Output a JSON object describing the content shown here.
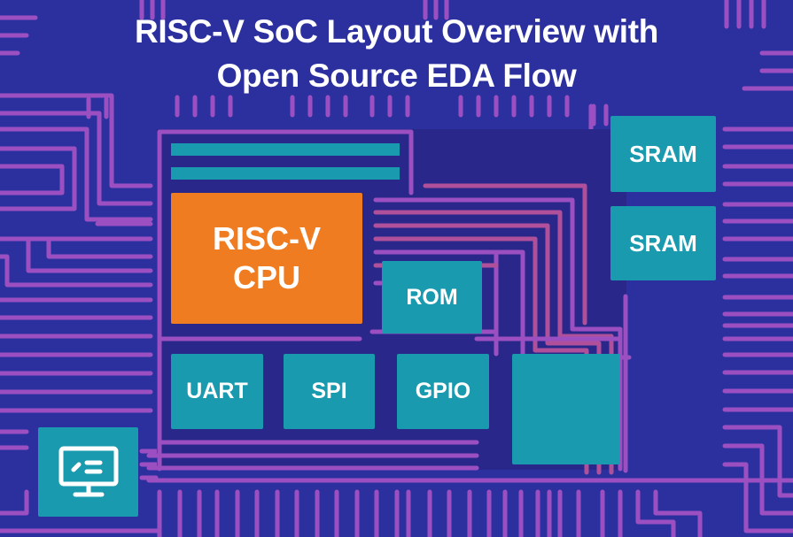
{
  "title": {
    "line1": "RISC-V SoC Layout Overview with",
    "line2": "Open Source EDA Flow"
  },
  "blocks": {
    "cpu": {
      "line1": "RISC-V",
      "line2": "CPU"
    },
    "rom": "ROM",
    "sram_top": "SRAM",
    "sram_bottom": "SRAM",
    "uart": "UART",
    "spi": "SPI",
    "gpio": "GPIO",
    "unlabeled_block": ""
  },
  "icons": {
    "monitor": "monitor-with-code-icon"
  },
  "colors": {
    "background": "#2c309f",
    "die": "#29278a",
    "trace": "#9b4fc0",
    "trace_pink": "#b0509a",
    "block_teal": "#1a9aae",
    "cpu_orange": "#f07c22",
    "text": "#ffffff"
  }
}
